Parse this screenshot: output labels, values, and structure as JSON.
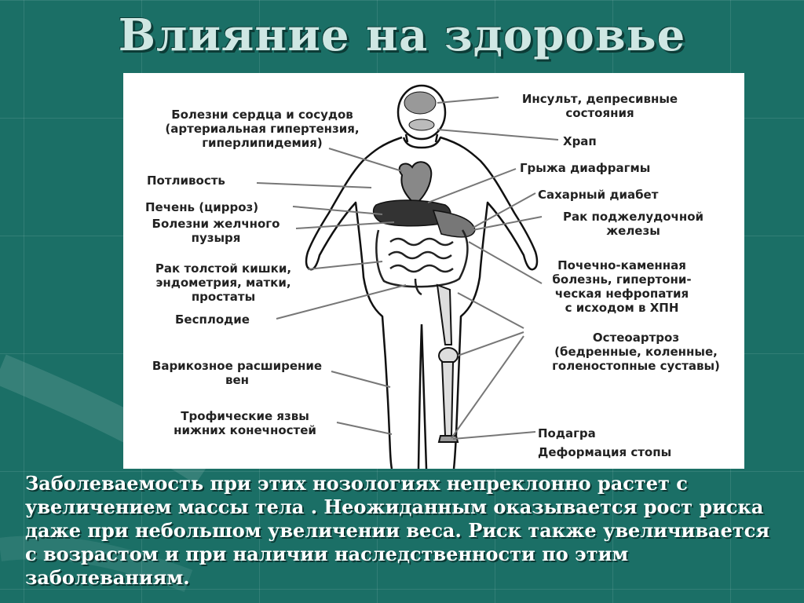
{
  "title": "Влияние на здоровье",
  "labels": {
    "heart": "Болезни сердца и сосудов\n(артериальная гипертензия,\nгиперлипидемия)",
    "sweat": "Потливость",
    "liver": "Печень (цирроз)",
    "gallbladder": "Болезни желчного\nпузыря",
    "cancer_colon": "Рак толстой кишки,\nэндометрия,  матки,\nпростаты",
    "infertility": "Бесплодие",
    "varicose": "Варикозное  расширение\nвен",
    "ulcers": "Трофические язвы\nнижних конечностей",
    "stroke": "Инсульт, депресивные\nсостояния",
    "snoring": "Храп",
    "hernia": "Грыжа диафрагмы",
    "diabetes": "Сахарный диабет",
    "pancreas": "Рак поджелудочной\nжелезы",
    "kidney": "Почечно-каменная\nболезнь, гипертони-\nческая нефропатия\nс исходом в ХПН",
    "arthrosis": "Остеоартроз\n(бедренные, коленные,\nголеностопные суставы)",
    "gout": "Подагра",
    "foot": "Деформация стопы"
  },
  "caption": "Заболеваемость при этих нозологиях непреклонно растет с увеличением массы тела . Неожиданным оказывается рост риска даже при небольшом увеличении веса. Риск также увеличивается с возрастом и при наличии наследственности по этим заболеваниям."
}
